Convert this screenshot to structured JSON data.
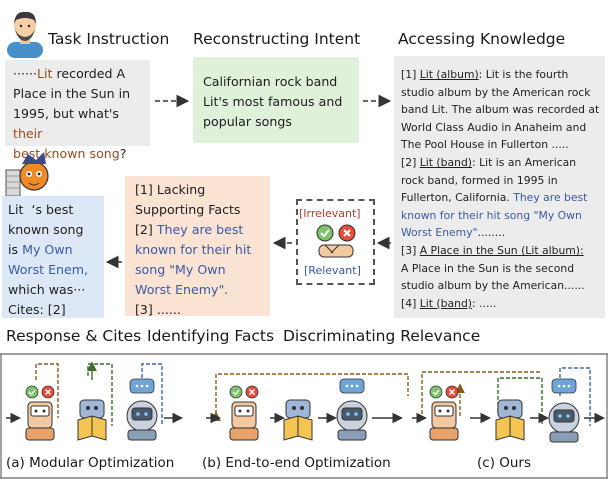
{
  "headers": {
    "task": "Task Instruction",
    "reconstruct": "Reconstructing Intent",
    "access": "Accessing Knowledge",
    "response": "Response & Cites",
    "identify": "Identifying Facts",
    "discriminate": "Discriminating Relevance"
  },
  "task_box": {
    "l1_pre": "······",
    "l1_hl": "Lit",
    "l1_post": " recorded A",
    "l2": "Place in the Sun in",
    "l3_pre": "1995, but what's ",
    "l3_hl": "their",
    "l4_hl": "best known song",
    "l4_post": "?"
  },
  "intent_box": {
    "l1": "Californian rock band",
    "l2": "Lit's most famous and",
    "l3": "popular songs"
  },
  "knowledge_box": {
    "i1_idx": "[1] ",
    "i1_title": "Lit (album)",
    "i1_a": ": Lit is the fourth",
    "i1_b": "studio album by the American rock",
    "i1_c": "band Lit. The album was recorded at",
    "i1_d": "World Class Audio in Anaheim and",
    "i1_e": "The Pool House in Fullerton .....",
    "i2_idx": "[2] ",
    "i2_title": "Lit (band)",
    "i2_a": ": Lit is an American",
    "i2_b": "rock band, formed in 1995 in",
    "i2_c_pre": "Fullerton, California. ",
    "i2_c_hl": "They are best",
    "i2_d": "known for their hit song \"My Own",
    "i2_e_hl": "Worst Enemy\"",
    "i2_e_post": "........",
    "i3_idx": "[3] ",
    "i3_title": "A Place in the Sun (Lit album):",
    "i3_a": "A Place in the Sun is the second",
    "i3_b": "studio album by the American......",
    "i4_idx": "[4] ",
    "i4_title": "Lit (band)",
    "i4_post": ": ....."
  },
  "facts_box": {
    "l1": "[1] Lacking",
    "l2": "Supporting Facts",
    "l3_pre": "[2] ",
    "l3_hl": "They are best",
    "l4": "known for their hit",
    "l5": "song \"My Own",
    "l6": "Worst Enemy\".",
    "l7": "[3] ......"
  },
  "relevance": {
    "irrelevant": "[Irrelevant]",
    "relevant": "[Relevant]"
  },
  "response_box": {
    "l1_a": "Lit",
    "l1_b": "‘s best",
    "l2": "known song",
    "l3_pre": "is ",
    "l3_hl": "My Own",
    "l4_hl": "Worst Enem,",
    "l5": "which was···",
    "l6": "Cites: [2]"
  },
  "bottom_labels": {
    "a": "(a) Modular Optimization",
    "b": "(b) End-to-end Optimization",
    "c": "(c) Ours"
  },
  "colors": {
    "task_box": "#ececec",
    "intent_box": "#dff1d9",
    "knowledge_box": "#ececec",
    "facts_box": "#fbe3d3",
    "response_box": "#dde8f6",
    "brown_dash": "#8a5a1a",
    "green_dash": "#3d6b2a",
    "blue_dash": "#3a6aa8"
  },
  "icons": [
    "user-avatar-icon",
    "robot-icon",
    "check-icon",
    "cross-icon",
    "book-reader-icon",
    "robot-reporter-icon",
    "handshake-icon"
  ]
}
